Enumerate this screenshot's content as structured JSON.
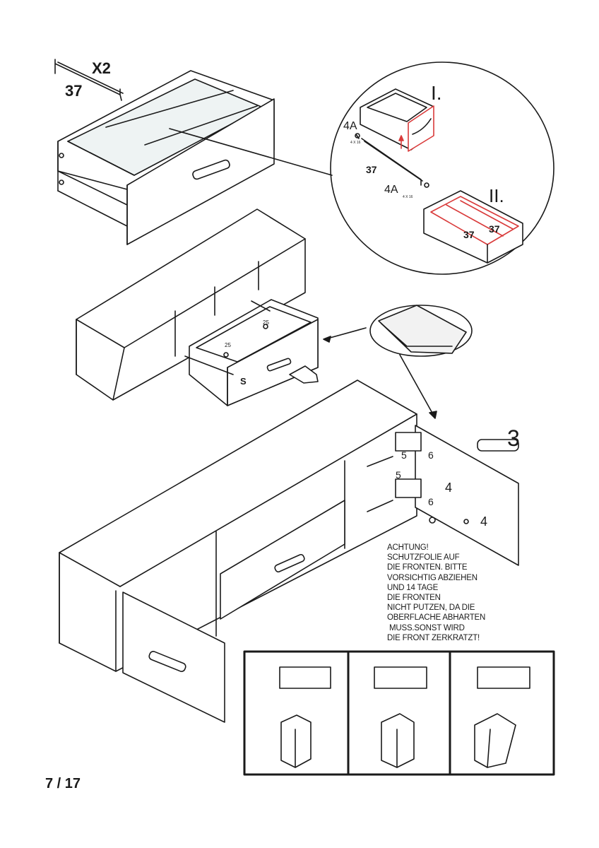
{
  "page_number": "7 / 17",
  "parts": {
    "rail_qty": "X2",
    "rail_code": "37",
    "screw_code": "4A",
    "screw_size": "4 X 16",
    "step1_label": "I.",
    "step2_label": "II.",
    "slide_screw": "25",
    "drawer_marker": "S",
    "handle_code": "3",
    "hinge_screw_5": "5",
    "hinge_screw_6": "6",
    "handle_screw_4": "4"
  },
  "warning_lines": [
    "ACHTUNG!",
    "SCHUTZFOLIE AUF",
    "DIE FRONTEN. BITTE",
    "VORSICHTIG ABZIEHEN",
    "UND 14 TAGE",
    "DIE FRONTEN",
    "NICHT PUTZEN, DA DIE",
    "OBERFLACHE ABHARTEN",
    " MUSS.SONST WIRD",
    "DIE FRONT ZERKRATZT!"
  ],
  "colors": {
    "line": "#1a1a1a",
    "highlight": "#d93a3a",
    "panel_fill": "#ffffff",
    "glass_fill": "#eef3f3"
  }
}
